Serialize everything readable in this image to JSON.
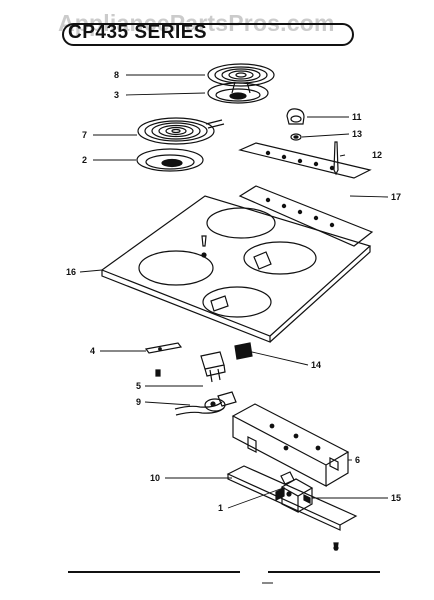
{
  "title": "CP435 SERIES",
  "watermark": "AppliancePartsPros.com",
  "callouts": [
    "1",
    "2",
    "3",
    "4",
    "5",
    "6",
    "7",
    "8",
    "9",
    "10",
    "11",
    "12",
    "13",
    "14",
    "15",
    "16",
    "17"
  ],
  "colors": {
    "ink": "#111111",
    "watermark": "#a0a0a0",
    "paper": "#ffffff"
  }
}
